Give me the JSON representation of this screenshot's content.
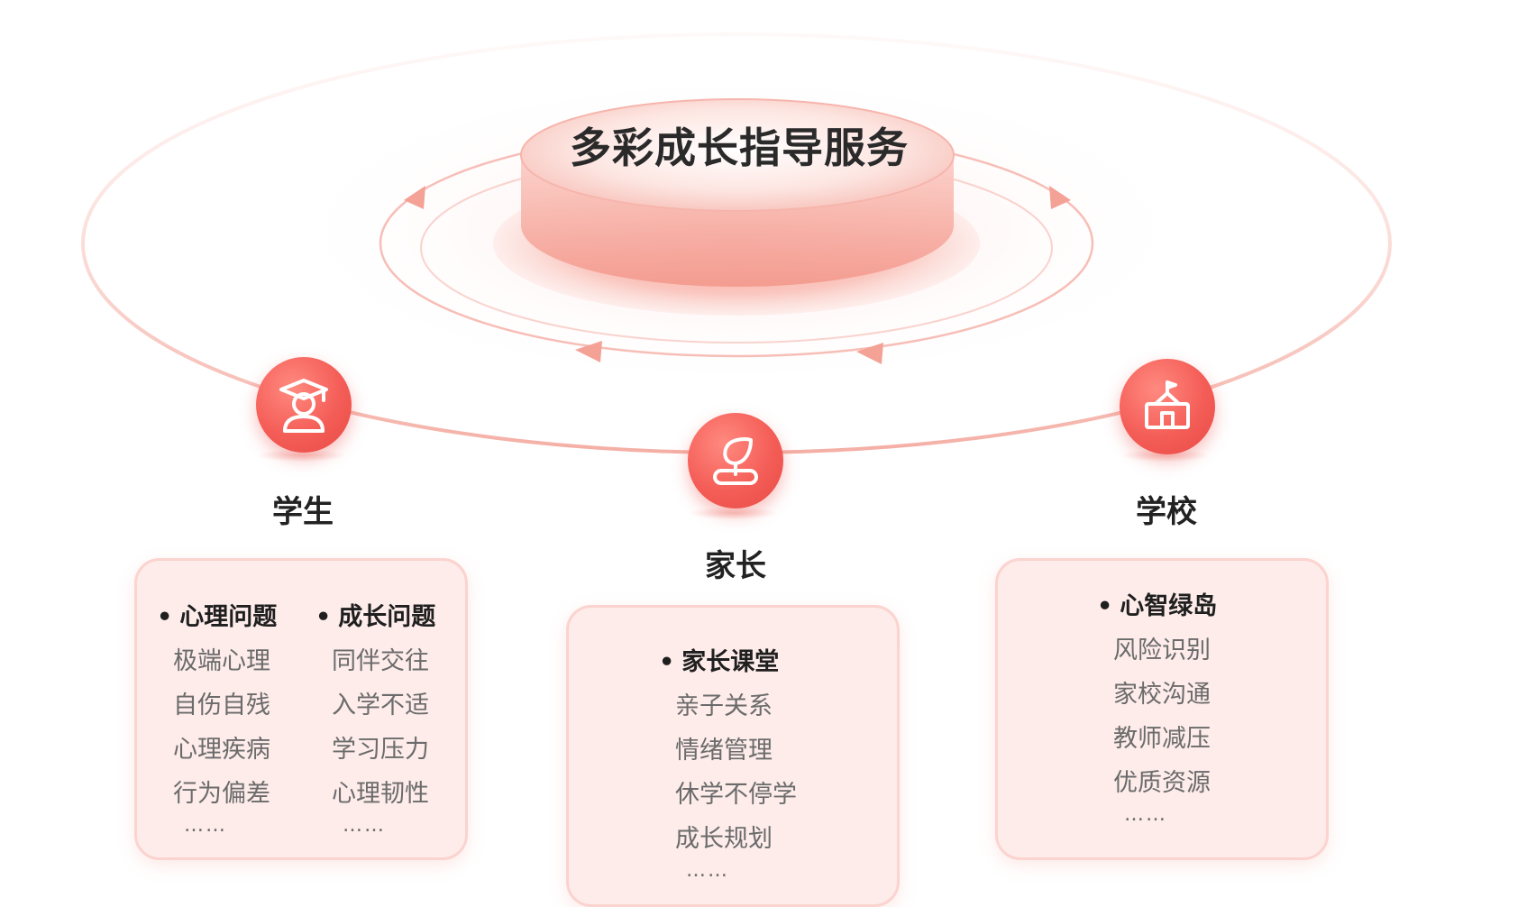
{
  "hub": {
    "title": "多彩成长指导服务"
  },
  "colors": {
    "accent": "#f45d57",
    "accent_light": "#fbd3cf",
    "card_bg": "#fdecea",
    "text_dark": "#222222",
    "text_muted": "#6b6b6b"
  },
  "nodes": [
    {
      "label": "学生",
      "icon": "graduate-student-icon",
      "columns": [
        {
          "heading": "心理问题",
          "items": [
            "极端心理",
            "自伤自残",
            "心理疾病",
            "行为偏差"
          ],
          "more": "……"
        },
        {
          "heading": "成长问题",
          "items": [
            "同伴交往",
            "入学不适",
            "学习压力",
            "心理韧性"
          ],
          "more": "……"
        }
      ]
    },
    {
      "label": "家长",
      "icon": "parent-hands-icon",
      "columns": [
        {
          "heading": "家长课堂",
          "items": [
            "亲子关系",
            "情绪管理",
            "休学不停学",
            "成长规划"
          ],
          "more": "……"
        }
      ]
    },
    {
      "label": "学校",
      "icon": "school-building-icon",
      "columns": [
        {
          "heading": "心智绿岛",
          "items": [
            "风险识别",
            "家校沟通",
            "教师减压",
            "优质资源"
          ],
          "more": "……"
        }
      ]
    }
  ]
}
